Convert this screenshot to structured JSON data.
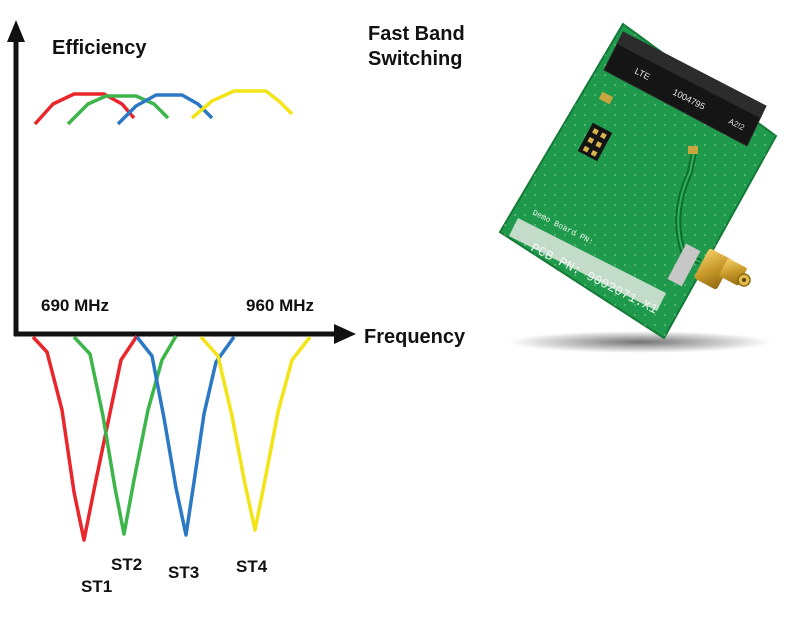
{
  "title": {
    "line1": "Fast Band",
    "line2": "Switching"
  },
  "axes": {
    "y_label": "Efficiency",
    "x_label": "Frequency"
  },
  "frequency_marks": {
    "low": "690 MHz",
    "high": "960 MHz"
  },
  "states": [
    {
      "name": "ST1",
      "color": "#e8262b"
    },
    {
      "name": "ST2",
      "color": "#3db54a"
    },
    {
      "name": "ST3",
      "color": "#2b78c5"
    },
    {
      "name": "ST4",
      "color": "#f2e416"
    }
  ],
  "board": {
    "antenna_label": "LTE",
    "antenna_number": "1004795",
    "antenna_code": "A2!2",
    "demo_label": "Demo Board PN:",
    "pcb_label": "PCB PN: 9002071.X1"
  }
}
